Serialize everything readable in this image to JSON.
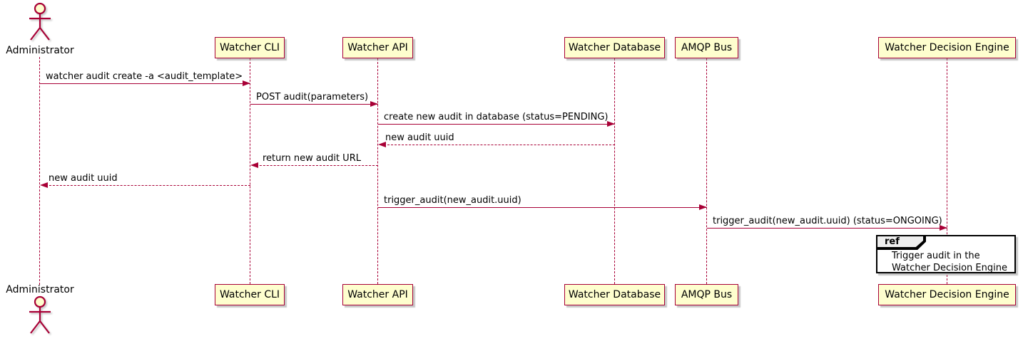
{
  "colors": {
    "line": "#A80036",
    "participant_fill": "#FEFECE",
    "participant_border": "#A80036",
    "text": "#000000",
    "ref_fill": "#FFFFFF",
    "ref_border": "#000000",
    "ref_tag_fill": "#EEEEEE"
  },
  "actor": {
    "name": "Administrator"
  },
  "participants": [
    {
      "name": "Watcher CLI"
    },
    {
      "name": "Watcher API"
    },
    {
      "name": "Watcher Database"
    },
    {
      "name": "AMQP Bus"
    },
    {
      "name": "Watcher Decision Engine"
    }
  ],
  "messages": [
    {
      "text": "watcher audit create -a <audit_template>",
      "from": "Administrator",
      "to": "Watcher CLI",
      "line": "solid"
    },
    {
      "text": "POST audit(parameters)",
      "from": "Watcher CLI",
      "to": "Watcher API",
      "line": "solid"
    },
    {
      "text": "create new audit in database (status=PENDING)",
      "from": "Watcher API",
      "to": "Watcher Database",
      "line": "solid"
    },
    {
      "text": "new audit uuid",
      "from": "Watcher Database",
      "to": "Watcher API",
      "line": "dashed"
    },
    {
      "text": "return new audit URL",
      "from": "Watcher API",
      "to": "Watcher CLI",
      "line": "dashed"
    },
    {
      "text": "new audit uuid",
      "from": "Watcher CLI",
      "to": "Administrator",
      "line": "dashed"
    },
    {
      "text": "trigger_audit(new_audit.uuid)",
      "from": "Watcher API",
      "to": "AMQP Bus",
      "line": "solid"
    },
    {
      "text": "trigger_audit(new_audit.uuid) (status=ONGOING)",
      "from": "AMQP Bus",
      "to": "Watcher Decision Engine",
      "line": "solid"
    }
  ],
  "ref_fragment": {
    "tag": "ref",
    "lines": [
      "Trigger audit in the",
      "Watcher Decision Engine"
    ]
  }
}
